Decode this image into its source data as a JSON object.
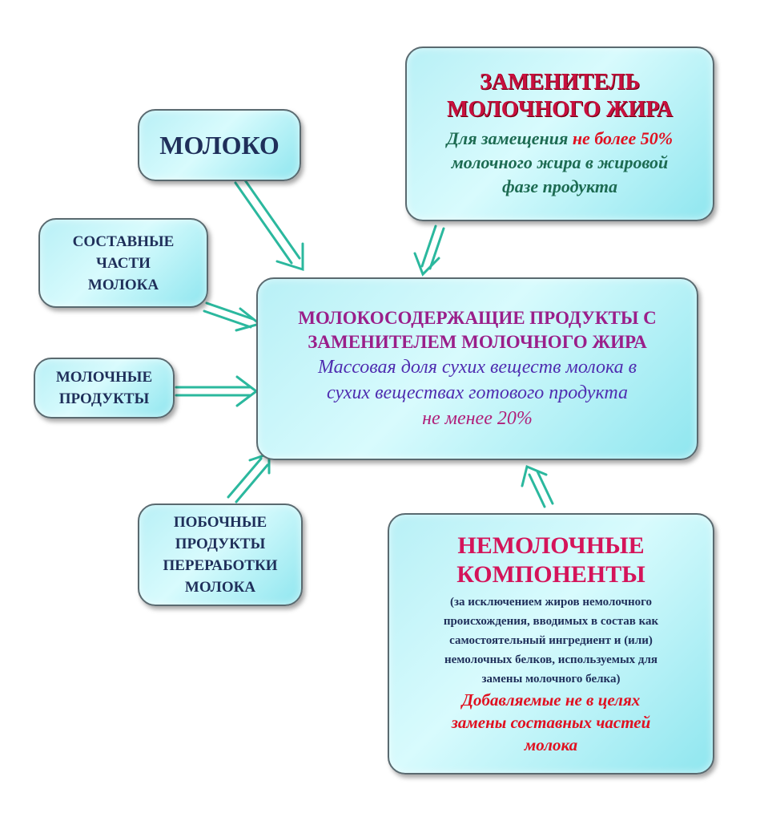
{
  "milk": "МОЛОКО",
  "milk_parts": [
    "СОСТАВНЫЕ",
    "ЧАСТИ",
    "МОЛОКА"
  ],
  "dairy_products": [
    "МОЛОЧНЫЕ",
    "ПРОДУКТЫ"
  ],
  "byproducts": [
    "ПОБОЧНЫЕ",
    "ПРОДУКТЫ",
    "ПЕРЕРАБОТКИ",
    "МОЛОКА"
  ],
  "fat_substitute": {
    "title": [
      "ЗАМЕНИТЕЛЬ",
      "МОЛОЧНОГО ЖИРА"
    ],
    "text_a": "Для замещения ",
    "text_highlight": "не более 50%",
    "text_b": "молочного жира в жировой",
    "text_c": "фазе продукта"
  },
  "center": {
    "title": [
      "МОЛОКОСОДЕРЖАЩИЕ ПРОДУКТЫ С",
      "ЗАМЕНИТЕЛЕМ МОЛОЧНОГО ЖИРА"
    ],
    "desc": [
      "Массовая доля сухих веществ молока в",
      "сухих веществах готового продукта"
    ],
    "limit": "не менее 20%"
  },
  "nondairy": {
    "title": [
      "НЕМОЛОЧНЫЕ",
      "КОМПОНЕНТЫ"
    ],
    "note": [
      "(за исключением жиров немолочного",
      "происхождения, вводимых в состав как",
      "самостоятельный ингредиент и (или)",
      "немолочных белков, используемых для",
      "замены молочного белка)"
    ],
    "purpose": [
      "Добавляемые не в целях",
      "замены составных частей",
      "молока"
    ]
  },
  "colors": {
    "arrow": "#2bb89e",
    "box": "#b8f0f6"
  }
}
